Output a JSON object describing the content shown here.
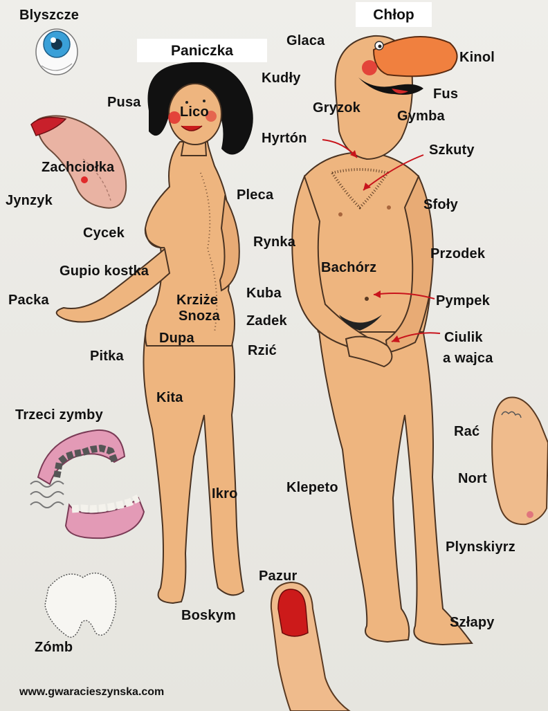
{
  "titles": {
    "woman": "Paniczka",
    "man": "Chłop"
  },
  "labels": {
    "blyszcze": "Blyszcze",
    "pusa": "Pusa",
    "lico": "Lico",
    "zachciolka": "Zachciołka",
    "jynzyk": "Jynzyk",
    "cycek": "Cycek",
    "gupio_kostka": "Gupio kostka",
    "packa": "Packa",
    "pitka": "Pitka",
    "trzeci_zymby": "Trzeci zymby",
    "zomb": "Zómb",
    "kudly": "Kudły",
    "pleca": "Pleca",
    "krzize": "Krziże",
    "snoza": "Snoza",
    "dupa": "Dupa",
    "kita": "Kita",
    "ikro": "Ikro",
    "boskym": "Boskym",
    "kuba": "Kuba",
    "zadek": "Zadek",
    "rzic": "Rzić",
    "glaca": "Glaca",
    "gryzok": "Gryzok",
    "hyrton": "Hyrtón",
    "rynka": "Rynka",
    "bachorz": "Bachórz",
    "klepeto": "Klepeto",
    "pazur": "Pazur",
    "kinol": "Kinol",
    "fus": "Fus",
    "gymba": "Gymba",
    "szkuty": "Szkuty",
    "sfoly": "Sfoły",
    "przodek": "Przodek",
    "pympek": "Pympek",
    "ciulik": "Ciulik",
    "a_wajca": "a wajca",
    "rac": "Rać",
    "nort": "Nort",
    "plynskiyrz": "Plynskiyrz",
    "szlapy": "Szłapy"
  },
  "footer": "www.gwaracieszynska.com",
  "colors": {
    "skin": "#eeb57f",
    "skin_shade": "#dd9a62",
    "outline": "#4a3322",
    "hair": "#111111",
    "nose": "#f0803f",
    "arrow": "#c8141c",
    "eye_iris": "#3aa0d8",
    "gum": "#e39ab6",
    "nail": "#cc1a1a"
  }
}
